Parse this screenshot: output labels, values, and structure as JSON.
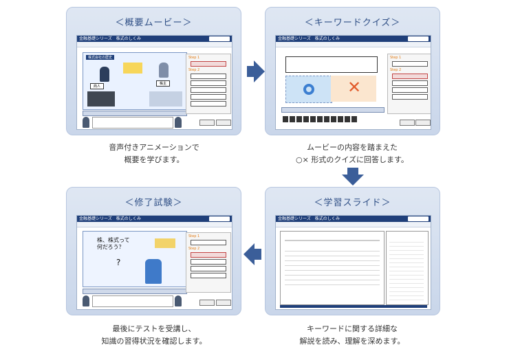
{
  "cards": {
    "movie": {
      "title": "＜概要ムービー＞",
      "caption_lines": [
        "音声付きアニメーションで",
        "概要を学びます。"
      ]
    },
    "quiz": {
      "title": "＜キーワードクイズ＞",
      "caption_lines": [
        "ムービーの内容を踏まえた",
        "○× 形式のクイズに回答します。"
      ]
    },
    "slides": {
      "title": "＜学習スライド＞",
      "caption_lines": [
        "キーワードに関する詳細な",
        "解説を読み、理解を深めます。"
      ]
    },
    "test": {
      "title": "＜修了試験＞",
      "caption_lines": [
        "最後にテストを受講し、",
        "知識の習得状況を確認します。"
      ]
    }
  },
  "mini": {
    "app_title": "金融基礎シリーズ　株式のしくみ",
    "movie_box_title": "株式会社の歴史",
    "merchant_label": "商人",
    "stock_label": "株主",
    "test_bubble": "株、株式って何だろう？",
    "test_q": "?"
  },
  "colors": {
    "card_bg": "#d3dfef",
    "title": "#2f4f86",
    "arrow": "#3b5e99",
    "header_bar": "#1f3f7a"
  }
}
